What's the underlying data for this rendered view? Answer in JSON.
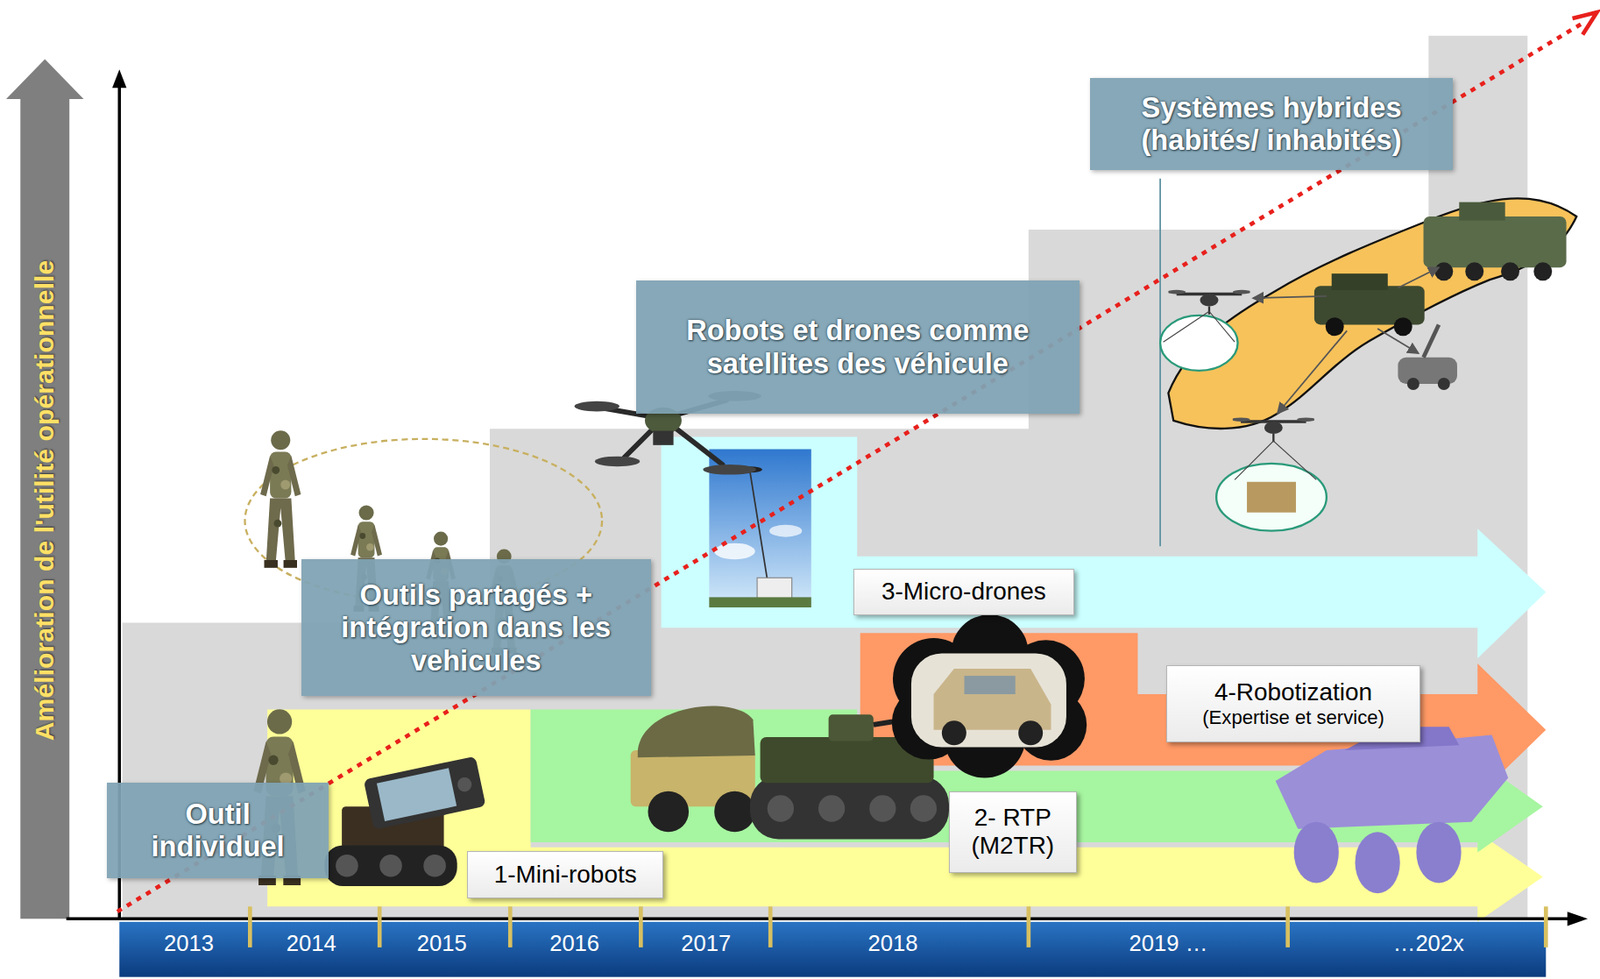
{
  "diagram": {
    "nodes": [
      {
        "text": [
          "Outil individuel"
        ]
      },
      {
        "text": [
          "Outils partagés + intégration dans les vehicules"
        ]
      },
      {
        "text": [
          "Robots et drones comme satellites des véhicule"
        ]
      },
      {
        "text": [
          "Systèmes hybrides (habités/ inhabités)"
        ]
      },
      {
        "text": [
          "1-Mini-robots"
        ]
      },
      {
        "text": [
          "2- RTP (M2TR)"
        ]
      },
      {
        "text": [
          "3-Micro-drones"
        ]
      },
      {
        "text": [
          "4-Robotization",
          "(Expertise et service)"
        ]
      }
    ],
    "labels": [
      "Amélioration de l'utilité opérationnelle",
      "2013",
      "2014",
      "2015",
      "2016",
      "2017",
      "2018",
      "2019 …",
      "…202x"
    ]
  }
}
